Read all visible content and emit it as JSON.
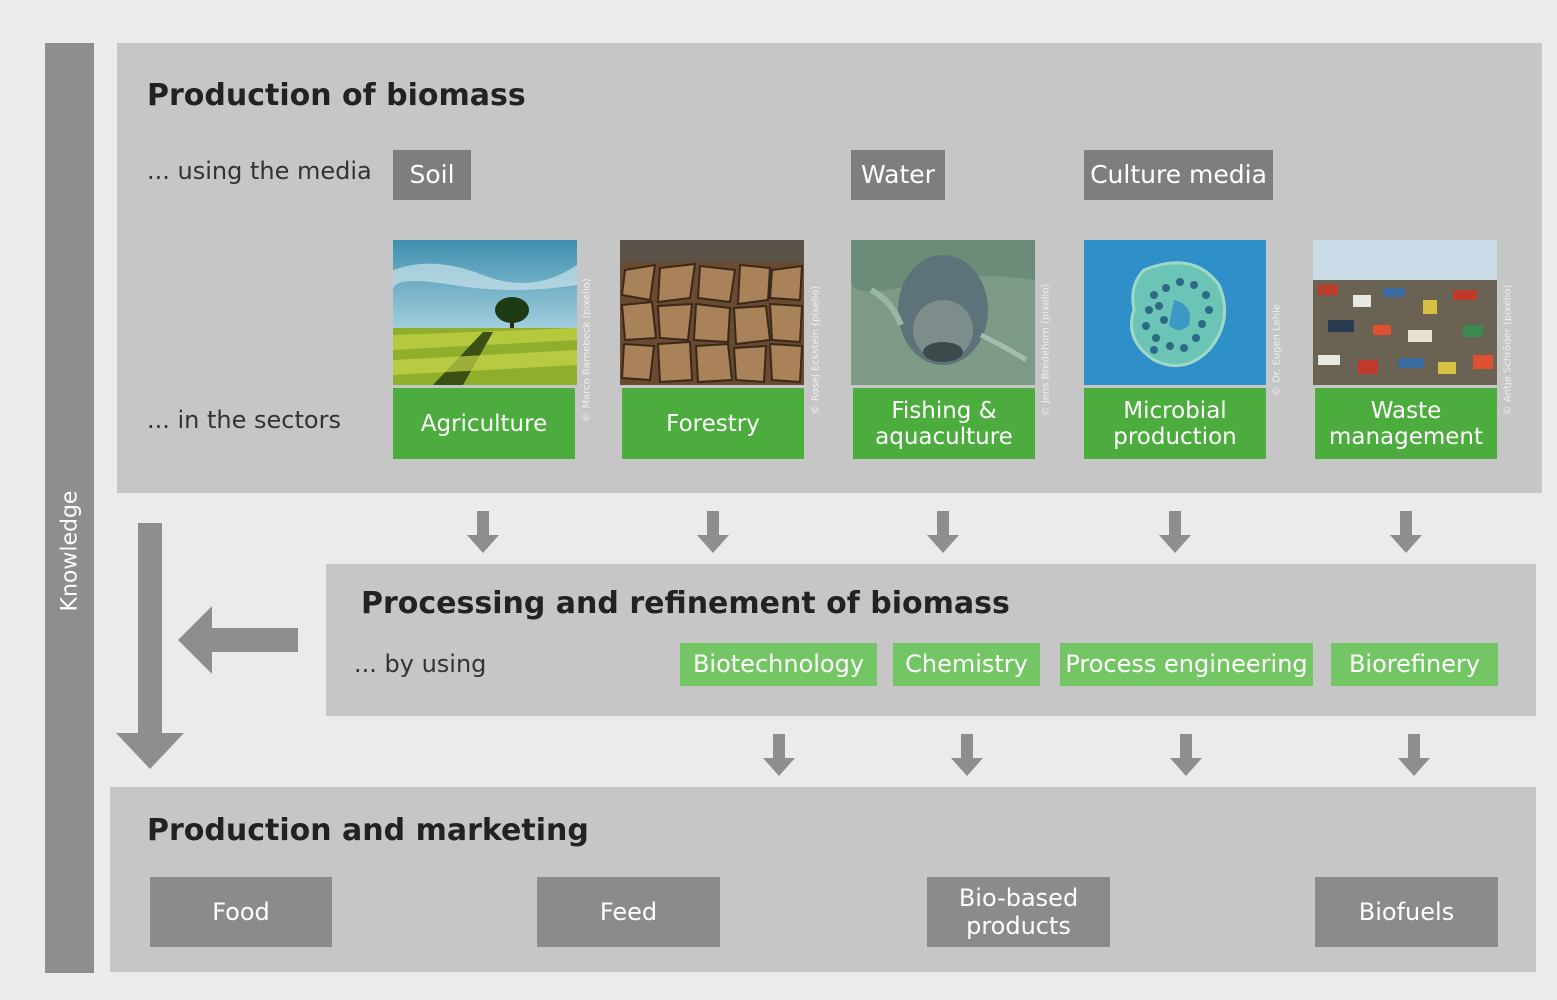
{
  "knowledge_label": "Knowledge",
  "production": {
    "heading": "Production of biomass",
    "media_prefix": "... using the media",
    "sectors_prefix": "... in the sectors",
    "media": [
      "Soil",
      "Water",
      "Culture media"
    ],
    "sectors": [
      "Agriculture",
      "Forestry",
      "Fishing & aquaculture",
      "Microbial production",
      "Waste management"
    ],
    "credits": [
      "© Marco Barnebeck (pixelio)",
      "© Rosel Eckstein (pixelio)",
      "© Jens Bredehorn (pixelio)",
      "© Dr. Eugen Lehle",
      "© Antje Schröder (pixelio)"
    ]
  },
  "processing": {
    "heading": "Processing and refinement of biomass",
    "prefix": "... by using",
    "methods": [
      "Biotechnology",
      "Chemistry",
      "Process engineering",
      "Biorefinery"
    ]
  },
  "marketing": {
    "heading": "Production and marketing",
    "products": [
      "Food",
      "Feed",
      "Bio-based products",
      "Biofuels"
    ]
  },
  "colors": {
    "sector_green": "#4cac3e",
    "method_green": "#74c664",
    "dark_grey": "#7e7e7e",
    "panel_grey": "#c6c6c6",
    "arrow_grey": "#8e8e8e"
  }
}
